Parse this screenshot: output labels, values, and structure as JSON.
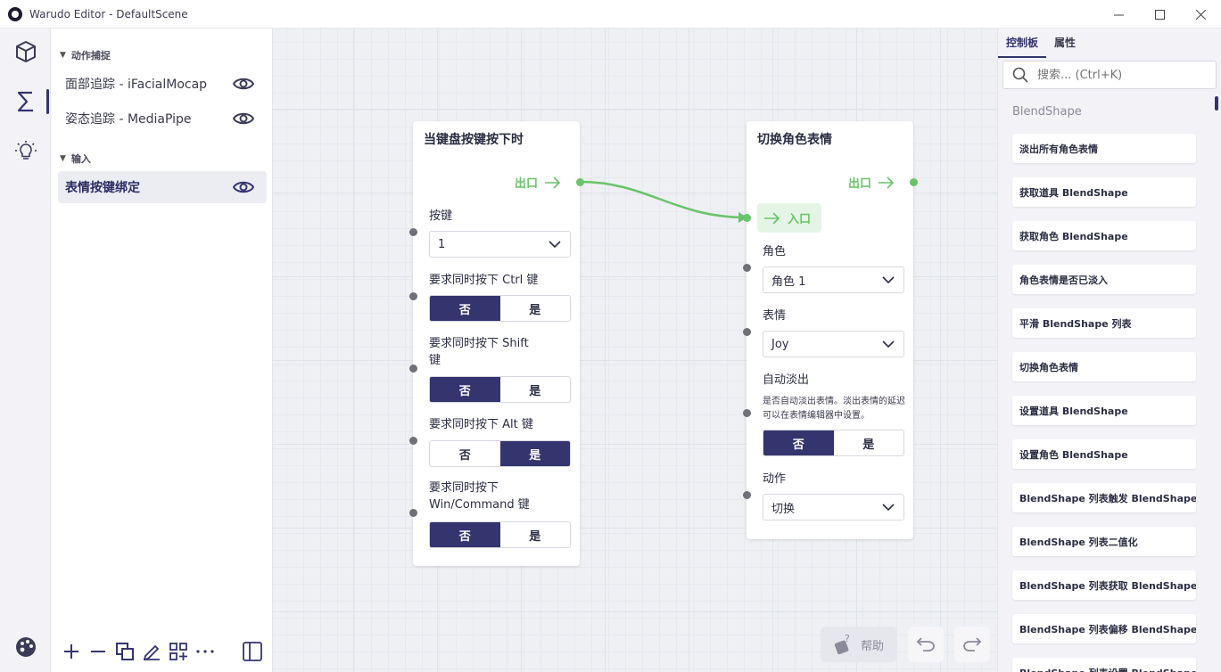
{
  "window": {
    "title": "Warudo Editor - DefaultScene"
  },
  "rail": {
    "items": [
      "scene-icon",
      "blueprint-sigma-icon",
      "lightbulb-icon"
    ],
    "active": 1,
    "bottom_icon": "palette-settings-icon"
  },
  "sidebar": {
    "sections": [
      {
        "label": "动作捕捉",
        "items": [
          {
            "label": "面部追踪 - iFacialMocap"
          },
          {
            "label": "姿态追踪 - MediaPipe"
          }
        ]
      },
      {
        "label": "输入",
        "items": [
          {
            "label": "表情按键绑定",
            "selected": true
          }
        ]
      }
    ],
    "toolbar": [
      "plus-icon",
      "minus-icon",
      "duplicate-icon",
      "rename-icon",
      "add-widget-icon",
      "more-icon",
      "collapse-panel-icon"
    ]
  },
  "nodes": {
    "key_press": {
      "title": "当键盘按键按下时",
      "output_label": "出口",
      "key_label": "按键",
      "key_value": "1",
      "ctrl_label": "要求同时按下 Ctrl 键",
      "shift_label": "要求同时按下 Shift 键",
      "alt_label": "要求同时按下 Alt 键",
      "win_label": "要求同时按下 Win/Command 键",
      "no": "否",
      "yes": "是",
      "ctrl_value": "否",
      "shift_value": "否",
      "alt_value": "是",
      "win_value": "否"
    },
    "toggle_expression": {
      "title": "切换角色表情",
      "output_label": "出口",
      "input_label": "入口",
      "character_label": "角色",
      "character_value": "角色 1",
      "expression_label": "表情",
      "expression_value": "Joy",
      "fade_label": "自动淡出",
      "fade_desc": "是否自动淡出表情。淡出表情的延迟可以在表情编辑器中设置。",
      "fade_value": "否",
      "no": "否",
      "yes": "是",
      "action_label": "动作",
      "action_value": "切换"
    }
  },
  "canvas_controls": {
    "help_label": "帮助",
    "undo": "undo-icon",
    "redo": "redo-icon"
  },
  "right_panel": {
    "tabs": [
      "控制板",
      "属性"
    ],
    "active_tab": 0,
    "search_placeholder": "搜索... (Ctrl+K)",
    "category": "BlendShape",
    "items": [
      "淡出所有角色表情",
      "获取道具 BlendShape",
      "获取角色 BlendShape",
      "角色表情是否已淡入",
      "平滑 BlendShape 列表",
      "切换角色表情",
      "设置道具 BlendShape",
      "设置角色 BlendShape",
      "BlendShape 列表触发 BlendShape",
      "BlendShape 列表二值化",
      "BlendShape 列表获取 BlendShape",
      "BlendShape 列表偏移 BlendShape",
      "BlendShape 列表设置 BlendShape"
    ]
  },
  "colors": {
    "accent": "#34346e",
    "port_green": "#6ac36a",
    "canvas_bg": "#eef0f4"
  }
}
